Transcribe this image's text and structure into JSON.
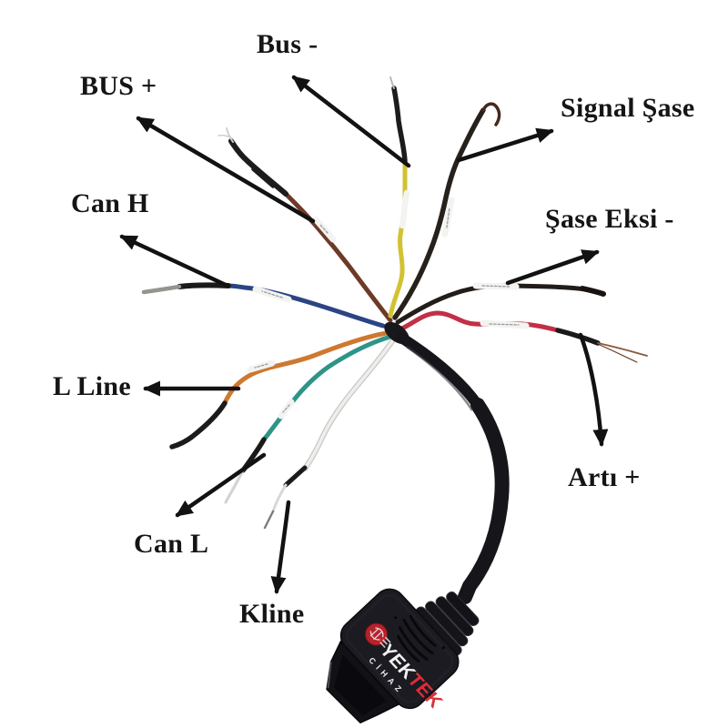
{
  "style": {
    "background": "#ffffff",
    "label_color": "#151515",
    "arrow_color": "#121212"
  },
  "wires": [
    {
      "id": "bus-plus",
      "label": "BUS +",
      "color": "#6e3a27"
    },
    {
      "id": "bus-minus",
      "label": "Bus -",
      "color": "#d2c232"
    },
    {
      "id": "signal-sase",
      "label": "Signal Şase",
      "color": "#27211c"
    },
    {
      "id": "sase-eksi",
      "label": "Şase Eksi -",
      "color": "#231d1a"
    },
    {
      "id": "arti",
      "label": "Artı +",
      "color": "#c22f47"
    },
    {
      "id": "can-h",
      "label": "Can H",
      "color": "#2b4484"
    },
    {
      "id": "l-line",
      "label": "L Line",
      "color": "#cd7930"
    },
    {
      "id": "can-l",
      "label": "Can L",
      "color": "#2f9488"
    },
    {
      "id": "kline",
      "label": "Kline",
      "color": "#eeeeec"
    }
  ],
  "connector": {
    "brand_top_white": "YEK",
    "brand_top_red": "TEK",
    "brand_bottom": "CİHAZ",
    "body_color": "#1b1b21",
    "brand_red": "#da2f38",
    "brand_white": "#f2f2f2"
  }
}
